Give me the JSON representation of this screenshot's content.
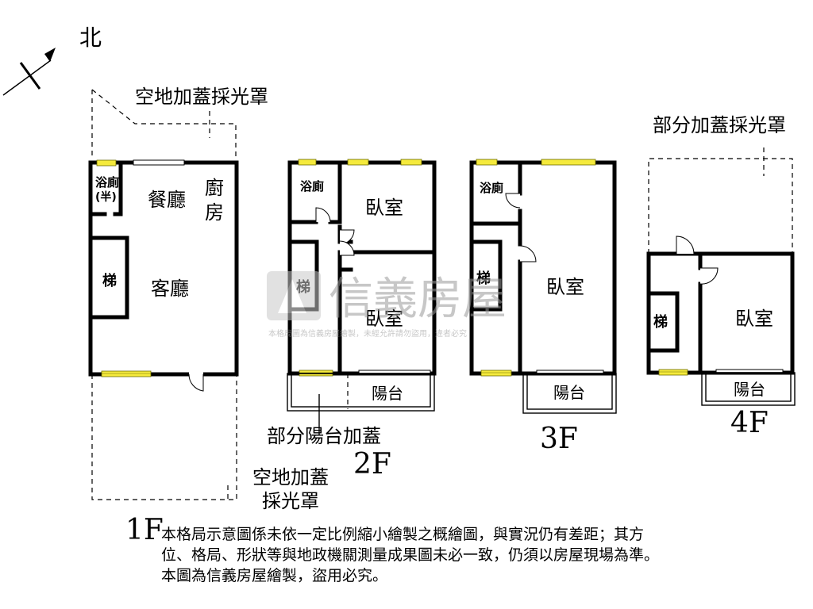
{
  "compass": {
    "label": "北"
  },
  "floor1": {
    "floor_label": "1F",
    "skylight_top_label": "空地加蓋採光罩",
    "skylight_bottom_label_line1": "空地加蓋",
    "skylight_bottom_label_line2": "採光罩",
    "rooms": {
      "bath_line1": "浴廁",
      "bath_line2": "(半)",
      "dining": "餐廳",
      "kitchen_line1": "廚",
      "kitchen_line2": "房",
      "stairs": "梯",
      "living": "客廳"
    }
  },
  "floor2": {
    "floor_label": "2F",
    "balcony_addition_label": "部分陽台加蓋",
    "rooms": {
      "bath": "浴廁",
      "bedroom1": "臥室",
      "stairs": "梯",
      "bedroom2": "臥室",
      "balcony": "陽台"
    }
  },
  "floor3": {
    "floor_label": "3F",
    "rooms": {
      "bath": "浴廁",
      "stairs": "梯",
      "bedroom": "臥室",
      "balcony": "陽台"
    }
  },
  "floor4": {
    "floor_label": "4F",
    "skylight_label": "部分加蓋採光罩",
    "rooms": {
      "stairs": "梯",
      "bedroom": "臥室",
      "balcony": "陽台"
    }
  },
  "watermark": {
    "brand": "信義房屋",
    "notice": "本格局圖為信義房屋繪製，未經允許請勿盜用，違者必究"
  },
  "disclaimer": {
    "line1": "本格局示意圖係未依一定比例縮小繪製之概繪圖，與實況仍有差距；其方",
    "line2": "位、格局、形狀等與地政機關測量成果圖未必一致，仍須以房屋現場為準。",
    "line3": "本圖為信義房屋繪製，盜用必究。"
  }
}
